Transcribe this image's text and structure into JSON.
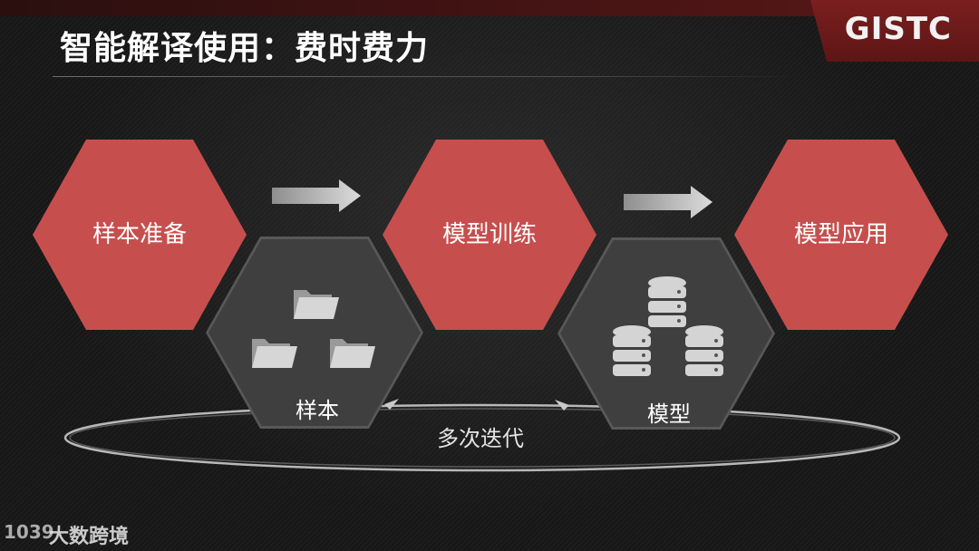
{
  "header": {
    "title": "智能解译使用：费时费力",
    "logo": "GISTC"
  },
  "steps": {
    "prepare": "样本准备",
    "train": "模型训练",
    "apply": "模型应用"
  },
  "artifacts": {
    "samples": "样本",
    "models": "模型"
  },
  "loop": {
    "label": "多次迭代"
  },
  "watermark": {
    "number": "1039",
    "text": "大数跨境"
  },
  "icons": [
    "folder-icon",
    "database-icon",
    "arrow-right-icon"
  ],
  "colors": {
    "hex_red": "#c64f4e",
    "hex_gray": "#3f3f3f",
    "brand_dark_red": "#6b1b1b"
  }
}
